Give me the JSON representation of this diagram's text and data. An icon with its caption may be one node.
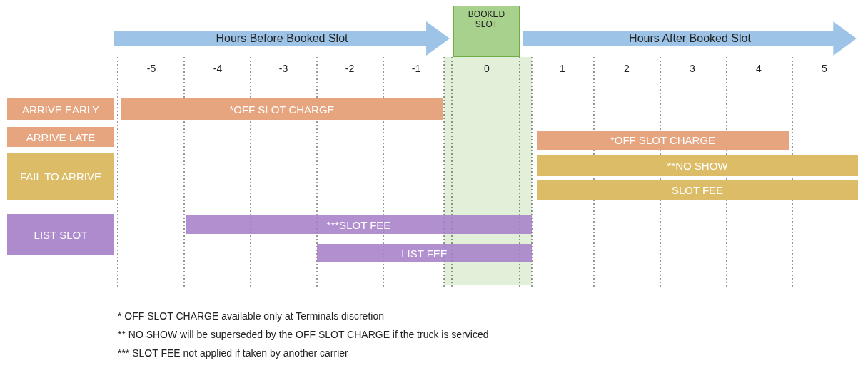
{
  "diagram": {
    "nodes": [
      {
        "text": [
          "Hours Before Booked Slot"
        ]
      },
      {
        "text": [
          "BOOKED SLOT"
        ]
      },
      {
        "text": [
          "Hours After Booked Slot"
        ]
      },
      {
        "text": [
          "ARRIVE EARLY"
        ]
      },
      {
        "text": [
          "ARRIVE LATE"
        ]
      },
      {
        "text": [
          "FAIL TO ARRIVE"
        ]
      },
      {
        "text": [
          "LIST SLOT"
        ]
      },
      {
        "text": [
          "*OFF SLOT CHARGE"
        ]
      },
      {
        "text": [
          "*OFF SLOT CHARGE"
        ]
      },
      {
        "text": [
          "**NO SHOW"
        ]
      },
      {
        "text": [
          "SLOT FEE"
        ]
      },
      {
        "text": [
          "***SLOT FEE"
        ]
      },
      {
        "text": [
          "LIST FEE"
        ]
      }
    ],
    "labels": [
      "-5",
      "-4",
      "-3",
      "-2",
      "-1",
      "0",
      "1",
      "2",
      "3",
      "4",
      "5",
      "* OFF SLOT CHARGE available only at Terminals discretion",
      "** NO SHOW will be superseded by the OFF SLOT CHARGE if the truck is serviced",
      "*** SLOT FEE not applied if taken by another carrier"
    ]
  }
}
